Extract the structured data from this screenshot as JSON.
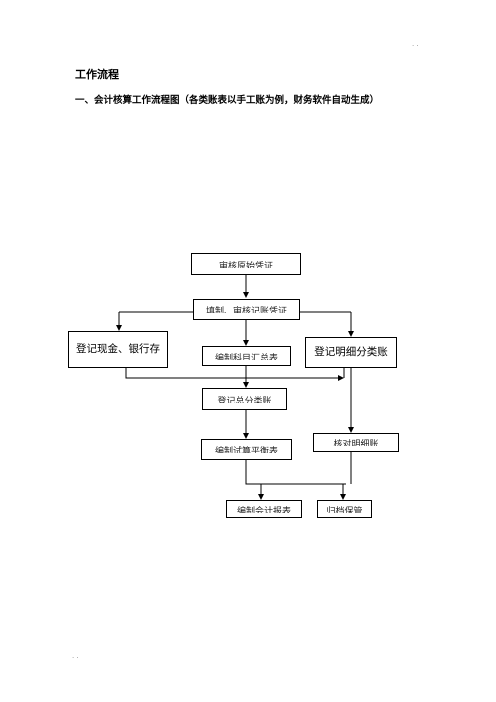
{
  "header_mark": ". .",
  "footer_mark": ". .",
  "title": "工作流程",
  "subtitle": "一、会计核算工作流程图（各类账表以手工账为例，财务软件自动生成）",
  "flowchart": {
    "boxes": {
      "review": "审核原始凭证",
      "voucher": "填制、审核记账凭证",
      "cash_bank": "登记现金、银行存",
      "summary": "编制科目汇总表",
      "detail": "登记明细分类账",
      "ledger": "登记总分类账",
      "trial": "编制试算平衡表",
      "check": "核对明细账",
      "report": "编制会计报表",
      "archive": "归档保管"
    }
  }
}
